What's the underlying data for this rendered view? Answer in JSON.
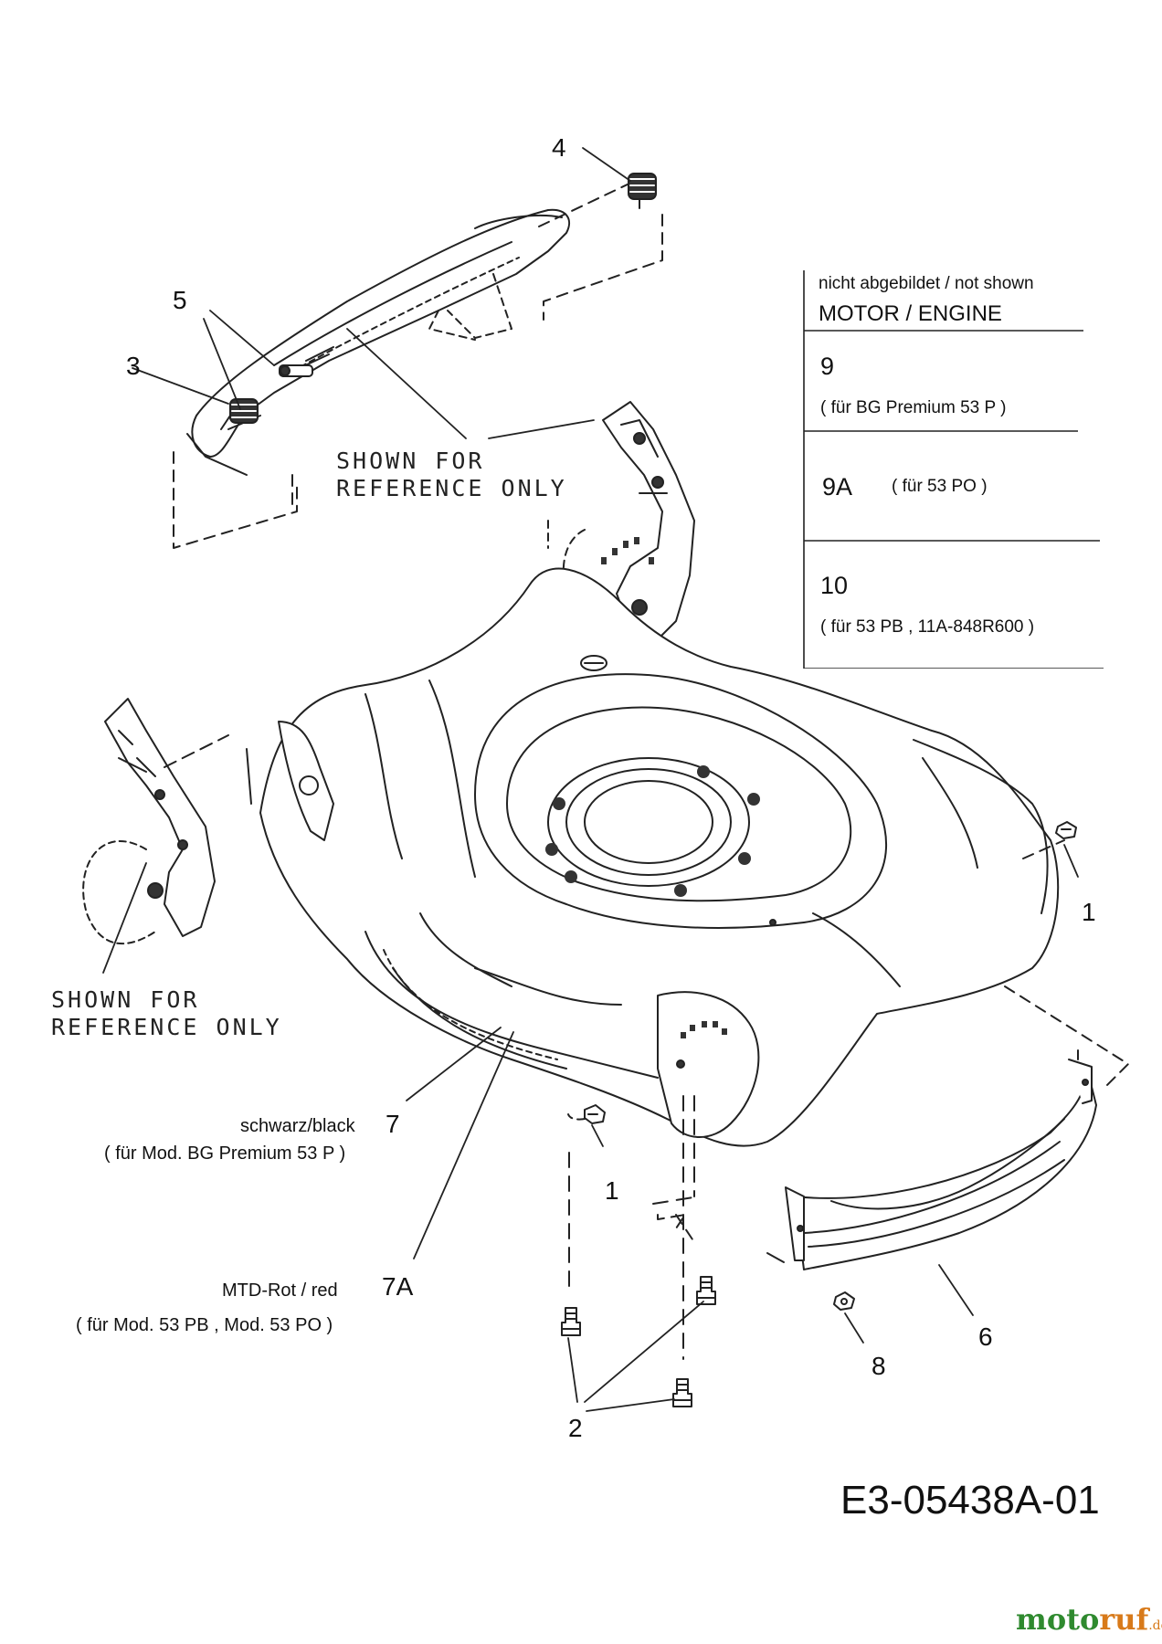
{
  "callouts": {
    "c1_right": "1",
    "c1_bottom": "1",
    "c2": "2",
    "c3": "3",
    "c4": "4",
    "c5": "5",
    "c6": "6",
    "c7": "7",
    "c7a": "7A",
    "c8": "8"
  },
  "reference_notes": {
    "top": "SHOWN FOR\nREFERENCE ONLY",
    "left": "SHOWN FOR\nREFERENCE ONLY"
  },
  "color_notes": {
    "black_label": "schwarz/black",
    "black_models": "( für Mod. BG Premium 53 P )",
    "red_label": "MTD-Rot / red",
    "red_models": "( für Mod. 53 PB , Mod. 53 PO  )"
  },
  "engine_table": {
    "header_small": "nicht abgebildet /  not shown",
    "header": "MOTOR / ENGINE",
    "rows": [
      {
        "num": "9",
        "desc": "( für BG Premium 53 P )"
      },
      {
        "num": "9A",
        "desc": "( für 53 PO  )"
      },
      {
        "num": "10",
        "desc": "( für 53 PB , 11A-848R600  )"
      }
    ]
  },
  "drawing_id": "E3-05438A-01",
  "watermark": {
    "text_a": "moto",
    "text_b": "ruf",
    "tld": ".de"
  },
  "colors": {
    "line": "#222222",
    "watermark_green": "#2f8a2f",
    "watermark_orange": "#d87a1a"
  }
}
